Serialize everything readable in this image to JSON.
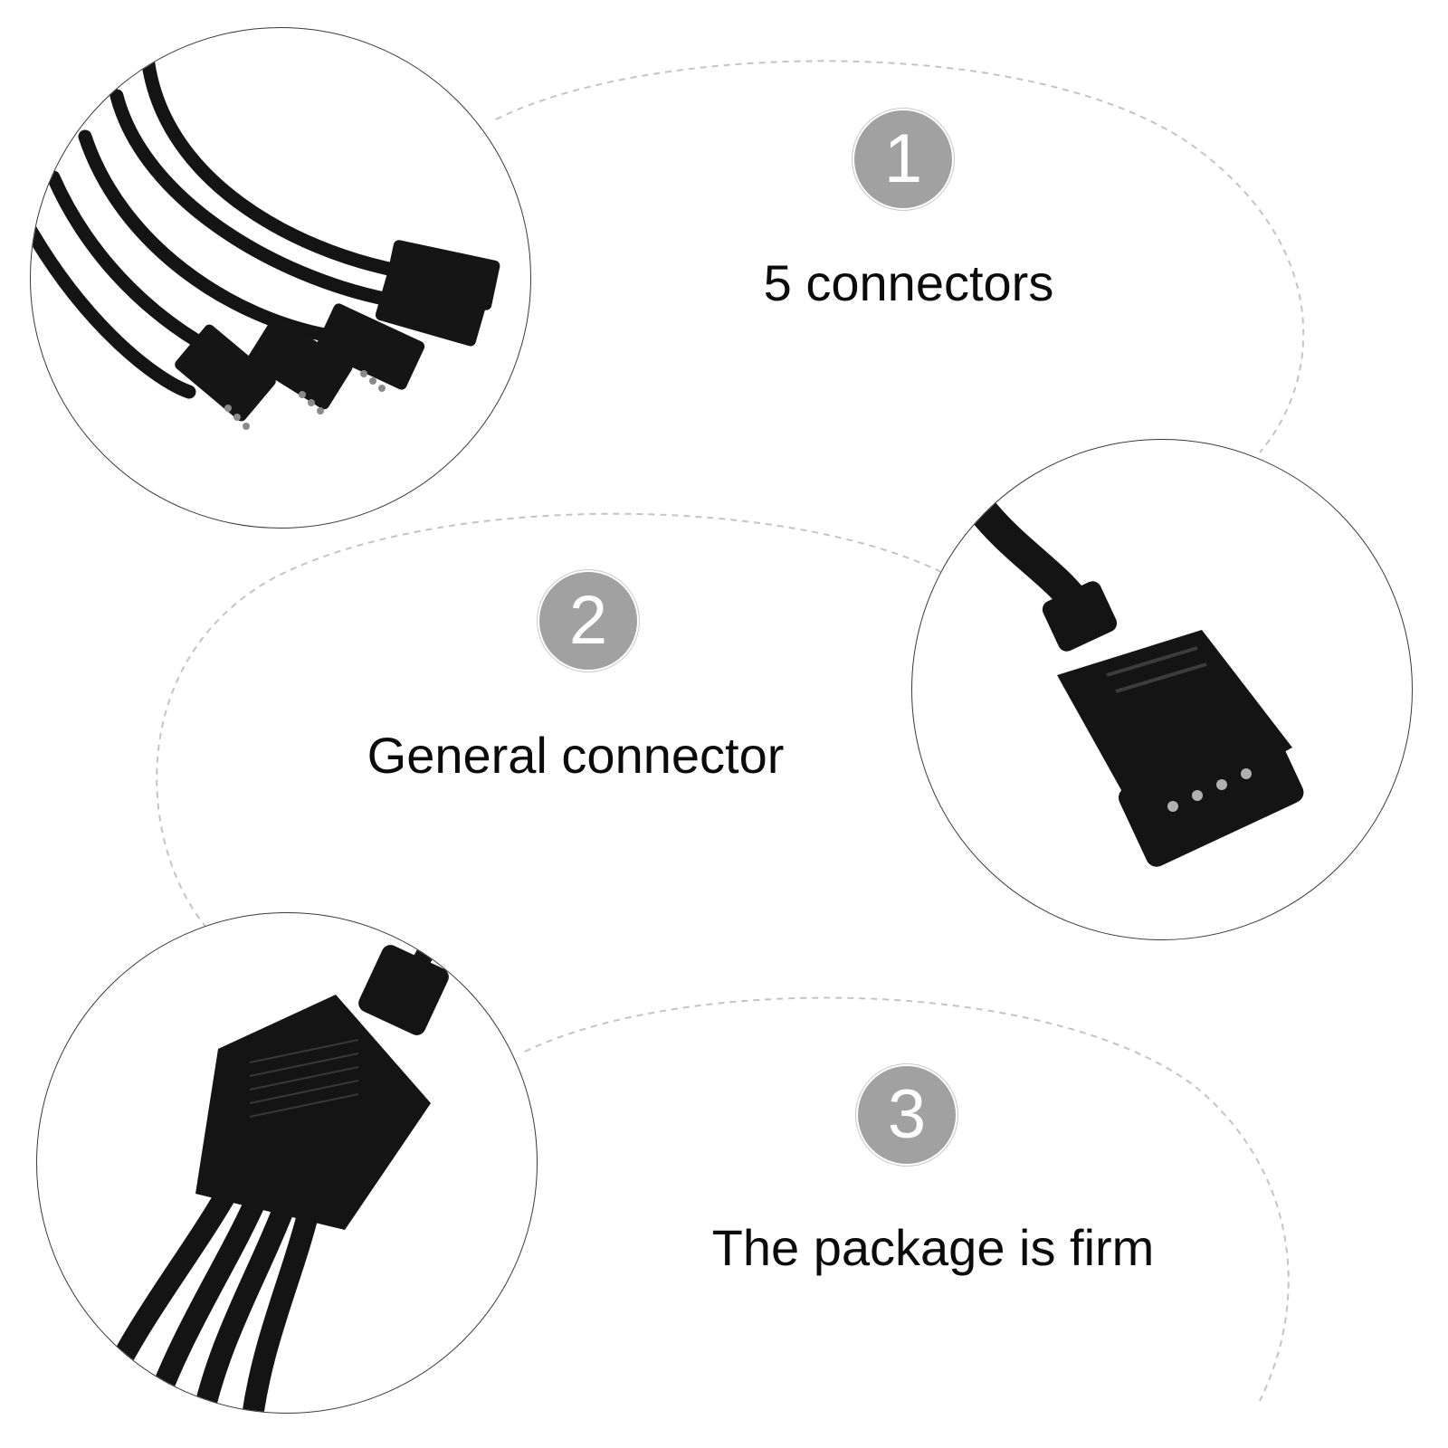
{
  "features": [
    {
      "number": "1",
      "label": "5 connectors",
      "photo": "five-connector-leads"
    },
    {
      "number": "2",
      "label": "General connector",
      "photo": "single-4-pin-connector"
    },
    {
      "number": "3",
      "label": "The package is firm",
      "photo": "splitter-hub"
    }
  ],
  "colors": {
    "badge": "#a1a1a1",
    "badge_text": "#ffffff",
    "label_text": "#0b0b0b",
    "dashed_line": "#c4c4c4",
    "cable": "#141414"
  }
}
